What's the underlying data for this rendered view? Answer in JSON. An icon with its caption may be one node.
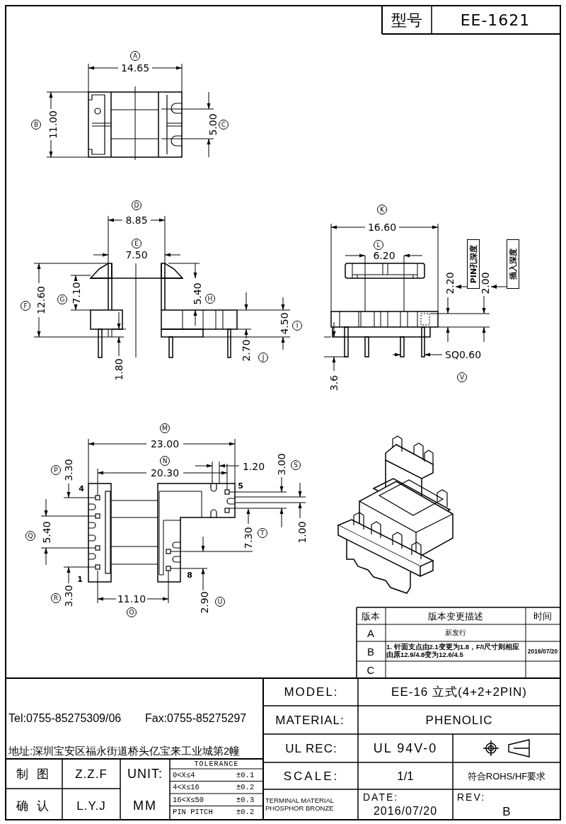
{
  "diagram": {
    "nodes": [
      {
        "text": [
          "PIN孔深度"
        ]
      },
      {
        "text": [
          "插入深度"
        ]
      },
      {
        "text": [
          "2.20"
        ]
      },
      {
        "text": [
          "2.00"
        ]
      }
    ],
    "edges": [
      {
        "from": 0,
        "to": 2,
        "arrow": "to"
      },
      {
        "from": 1,
        "to": 3,
        "arrow": "to"
      }
    ],
    "labels": [
      "型号",
      "EE-1621",
      "A",
      "14.65",
      "B",
      "11.00",
      "5.00",
      "C",
      "D",
      "8.85",
      "E",
      "7.50",
      "F",
      "12.60",
      "G",
      "7.10",
      "5.40",
      "H",
      "4.50",
      "I",
      "1.80",
      "2.70",
      "J",
      "K",
      "16.60",
      "L",
      "6.20",
      "SQ0.60",
      "3.6",
      "V",
      "M",
      "23.00",
      "P",
      "3.30",
      "N",
      "20.30",
      "1.20",
      "3.00",
      "S",
      "4",
      "5",
      "Q",
      "5.40",
      "7.30",
      "T",
      "1.00",
      "1",
      "8",
      "R",
      "3.30",
      "11.10",
      "O",
      "2.90",
      "U",
      "版本",
      "版本变更描述",
      "时间",
      "A",
      "新发行",
      "B",
      "1. 针面支点由2.1变更为1.8，F/I尺寸则相应由原12.9/4.8变为12.6/4.5",
      "2016/07/20",
      "C",
      "Tel:0755-85275309/06",
      "Fax:0755-85275297",
      "地址:深圳宝安区福永街道桥头亿宝来工业城第2幢",
      "制 图",
      "Z.Z.F",
      "UNIT:",
      "TOLERANCE",
      "0<X≤4",
      "±0.1",
      "确 认",
      "L.Y.J",
      "MM",
      "4<X≤16",
      "±0.2",
      "16<X≤50",
      "±0.3",
      "PIN PITCH",
      "±0.2",
      "MODEL:",
      "EE-16 立式(4+2+2PIN)",
      "MATERIAL:",
      "PHENOLIC",
      "UL REC:",
      "UL 94V-0",
      "SCALE:",
      "1/1",
      "符合ROHS/HF要求",
      "TERMINAL MATERIAL PHOSPHOR BRONZE",
      "DATE:",
      "2016/07/20",
      "REV:",
      "B"
    ]
  }
}
